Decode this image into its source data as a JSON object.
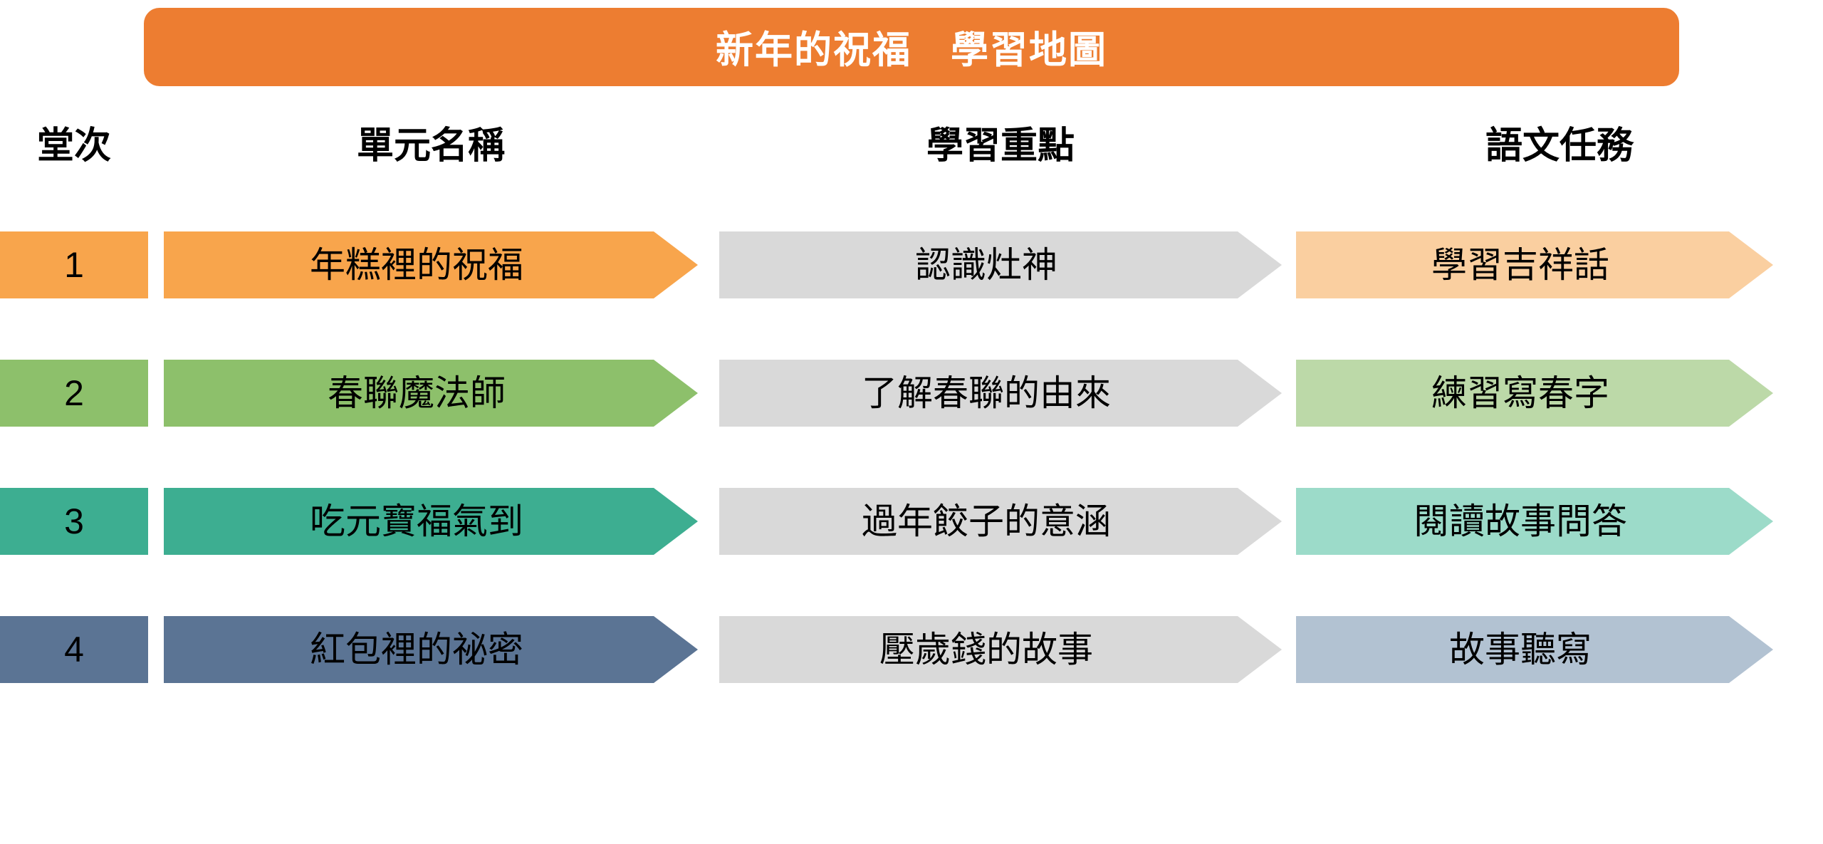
{
  "title": {
    "text": "新年的祝福　學習地圖",
    "background_color": "#ED7D31",
    "text_color": "#FFFFFF"
  },
  "headers": [
    {
      "label": "堂次"
    },
    {
      "label": "單元名稱"
    },
    {
      "label": "學習重點"
    },
    {
      "label": "語文任務"
    }
  ],
  "rows": [
    {
      "number": "1",
      "unit_name": "年糕裡的祝福",
      "learning_focus": "認識灶神",
      "language_task": "學習吉祥話",
      "number_color": "#F8A54C",
      "unit_color": "#F8A54C",
      "focus_color": "#D9D9D9",
      "task_color": "#FACFA0"
    },
    {
      "number": "2",
      "unit_name": "春聯魔法師",
      "learning_focus": "了解春聯的由來",
      "language_task": "練習寫春字",
      "number_color": "#8DC06B",
      "unit_color": "#8DC06B",
      "focus_color": "#D9D9D9",
      "task_color": "#BCD9A8"
    },
    {
      "number": "3",
      "unit_name": "吃元寶福氣到",
      "learning_focus": "過年餃子的意涵",
      "language_task": "閱讀故事問答",
      "number_color": "#3DAE91",
      "unit_color": "#3DAE91",
      "focus_color": "#D9D9D9",
      "task_color": "#9CDBC9"
    },
    {
      "number": "4",
      "unit_name": "紅包裡的祕密",
      "learning_focus": "壓歲錢的故事",
      "language_task": "故事聽寫",
      "number_color": "#5B7494",
      "unit_color": "#5B7494",
      "focus_color": "#D9D9D9",
      "task_color": "#B2C2D2"
    }
  ]
}
